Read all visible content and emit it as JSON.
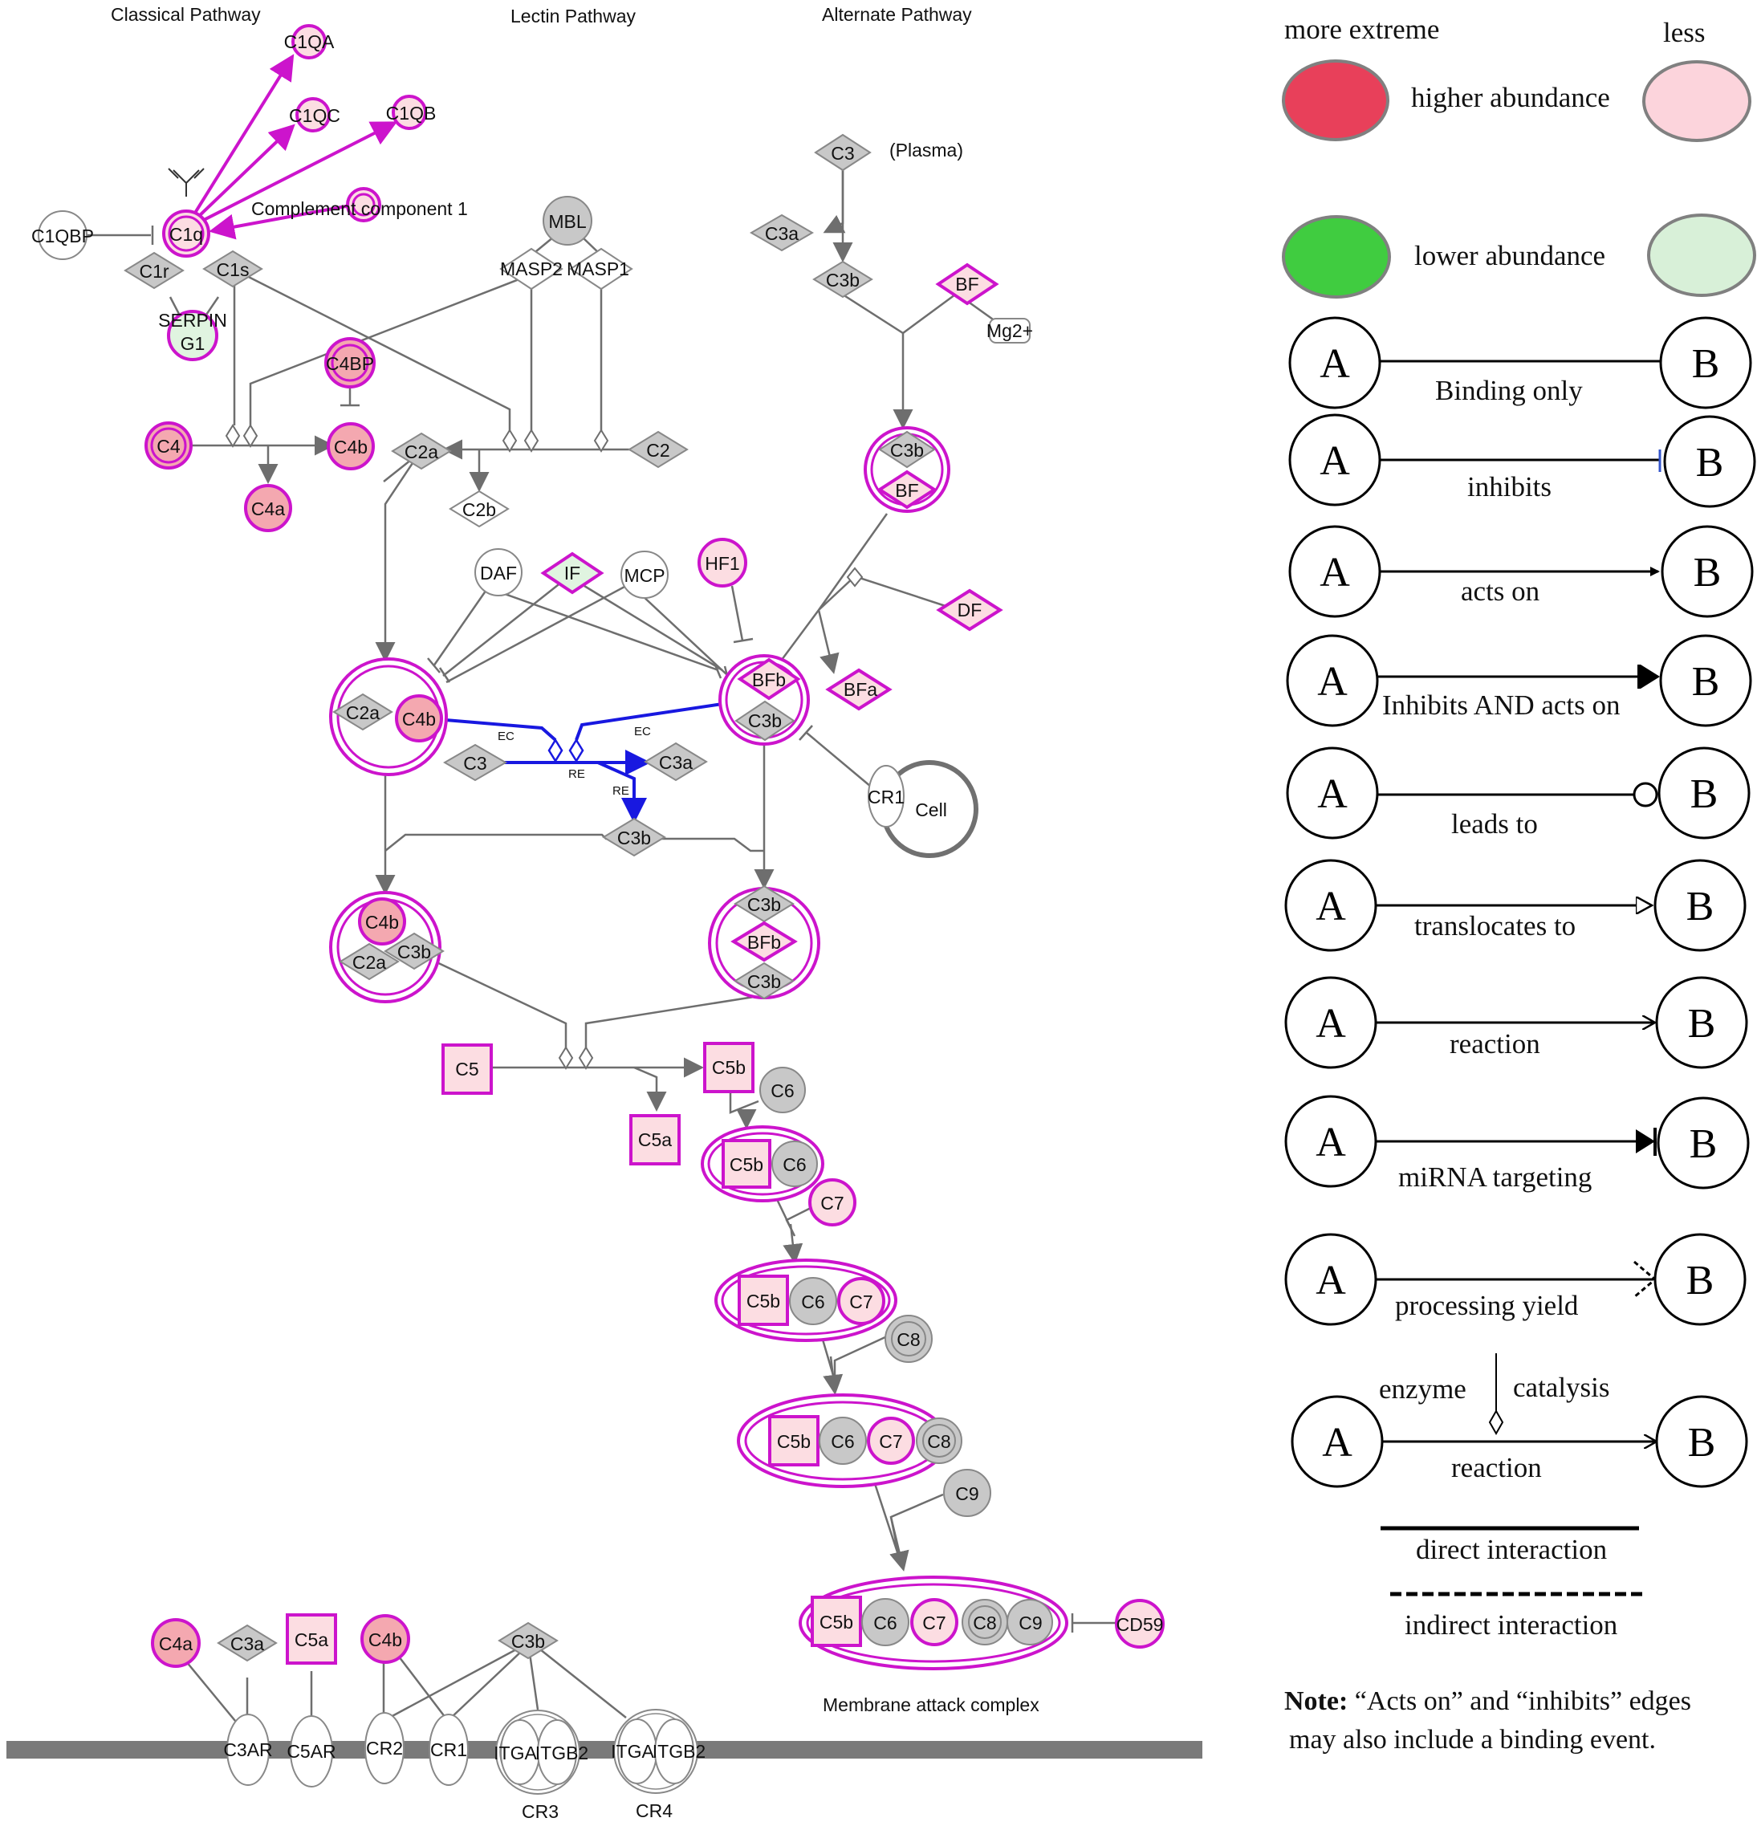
{
  "colors": {
    "magenta": "#cc14cc",
    "edge": "#6e6e6e",
    "blue": "#1818e0",
    "gray_fill": "#c8c8c8",
    "pink_strong": "#f4a8b0",
    "pink_light": "#fcdde2",
    "green_light": "#e0f4e0",
    "legend_red": "#e8405a",
    "legend_pink": "#fcd4dc",
    "legend_green": "#40cc40",
    "legend_lightgreen": "#d8f0d8",
    "membrane": "#7a7a7a"
  },
  "headers": {
    "classical": "Classical Pathway",
    "lectin": "Lectin Pathway",
    "alternate": "Alternate Pathway",
    "plasma": "(Plasma)",
    "complement1": "Complement component 1",
    "mac": "Membrane attack complex"
  },
  "nodes": {
    "c1qa": "C1QA",
    "c1qc": "C1QC",
    "c1qb": "C1QB",
    "c1q": "C1q",
    "c1qbp": "C1QBP",
    "c1r": "C1r",
    "c1s": "C1s",
    "serping1_a": "SERPIN",
    "serping1_b": "G1",
    "mbl": "MBL",
    "masp2": "MASP2",
    "masp1": "MASP1",
    "c4bp": "C4BP",
    "c4": "C4",
    "c4b": "C4b",
    "c4a": "C4a",
    "c2a": "C2a",
    "c2b": "C2b",
    "c2": "C2",
    "c3": "C3",
    "c3a": "C3a",
    "c3b": "C3b",
    "bf": "BF",
    "mg2": "Mg2+",
    "daf": "DAF",
    "if": "IF",
    "mcp": "MCP",
    "hf1": "HF1",
    "df": "DF",
    "bfb": "BFb",
    "bfa": "BFa",
    "cr1": "CR1",
    "cell": "Cell",
    "c5": "C5",
    "c5b": "C5b",
    "c5a": "C5a",
    "c6": "C6",
    "c7": "C7",
    "c8": "C8",
    "c9": "C9",
    "cd59": "CD59",
    "c3ar": "C3AR",
    "c5ar": "C5AR",
    "cr2": "CR2",
    "itga": "ITGA",
    "itgb2": "ITGB2",
    "cr3": "CR3",
    "cr4": "CR4",
    "ec": "EC",
    "re": "RE"
  },
  "legend": {
    "more_extreme": "more extreme",
    "less": "less",
    "higher": "higher abundance",
    "lower": "lower abundance",
    "a": "A",
    "b": "B",
    "binding_only": "Binding  only",
    "inhibits": "inhibits",
    "acts_on": "acts on",
    "inhibits_and_acts_on": "Inhibits  AND acts on",
    "leads_to": "leads to",
    "translocates_to": "translocates to",
    "reaction": "reaction",
    "mirna": "miRNA  targeting",
    "processing": "processing yield",
    "enzyme": "enzyme",
    "catalysis": "catalysis",
    "reaction2": "reaction",
    "direct": "direct interaction",
    "indirect": "indirect interaction",
    "note_bold": "Note:",
    "note_line1": " “Acts on” and “inhibits” edges",
    "note_line2": "may also include a binding event."
  }
}
